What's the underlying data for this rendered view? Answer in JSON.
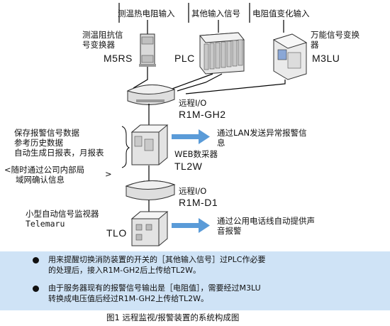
{
  "inputs": {
    "rtd": "测温热电阻输入",
    "other": "其他输入信号",
    "resistance": "电阻值变化输入"
  },
  "devices": {
    "m5rs": {
      "label_line1": "测温阻抗信",
      "label_line2": "号变换器",
      "model": "M5RS"
    },
    "plc": {
      "model": "PLC"
    },
    "m3lu": {
      "label_line1": "万能信号变换",
      "label_line2": "器",
      "model": "M3LU"
    },
    "r1m_gh2": {
      "label": "远程I/O",
      "model": "R1M-GH2"
    },
    "tl2w": {
      "label": "WEB数采器",
      "model": "TL2W"
    },
    "r1m_d1": {
      "label": "远程I/O",
      "model": "R1M-D1"
    },
    "tlo": {
      "model": "TLO"
    }
  },
  "annotations": {
    "save_line1": "保存报警信号数据",
    "save_line2": "参考历史数据",
    "save_line3": "自动生成日报表，月报表",
    "lan_line1": "<随时通过公司内部局",
    "lan_line2": "域网确认信息",
    "lan_close": ">",
    "lan_alarm_line1": "通过LAN发送异常报警信",
    "lan_alarm_line2": "息",
    "monitor_line1": "小型自动信号监视器",
    "monitor_line2": "Telemaru",
    "phone_line1": "通过公用电话线自动提供声",
    "phone_line2": "音报警"
  },
  "notes": [
    {
      "line1": "用来提醒切换消防装置的开关的［其他输入信号］过PLC作必要",
      "line2": "的处理后，接入R1M-GH2后上传给TL2W。"
    },
    {
      "line1": "由于服务器现有的报警信号输出是［电阻值］，需要经过M3LU",
      "line2": "转换成电压值后经过R1M-GH2上传给TL2W。"
    }
  ],
  "caption": "图1  远程监视/报警装置的系统构成图",
  "colors": {
    "arrow_blue": "#5a9bd8",
    "notes_bg": "#cfe3f6"
  }
}
